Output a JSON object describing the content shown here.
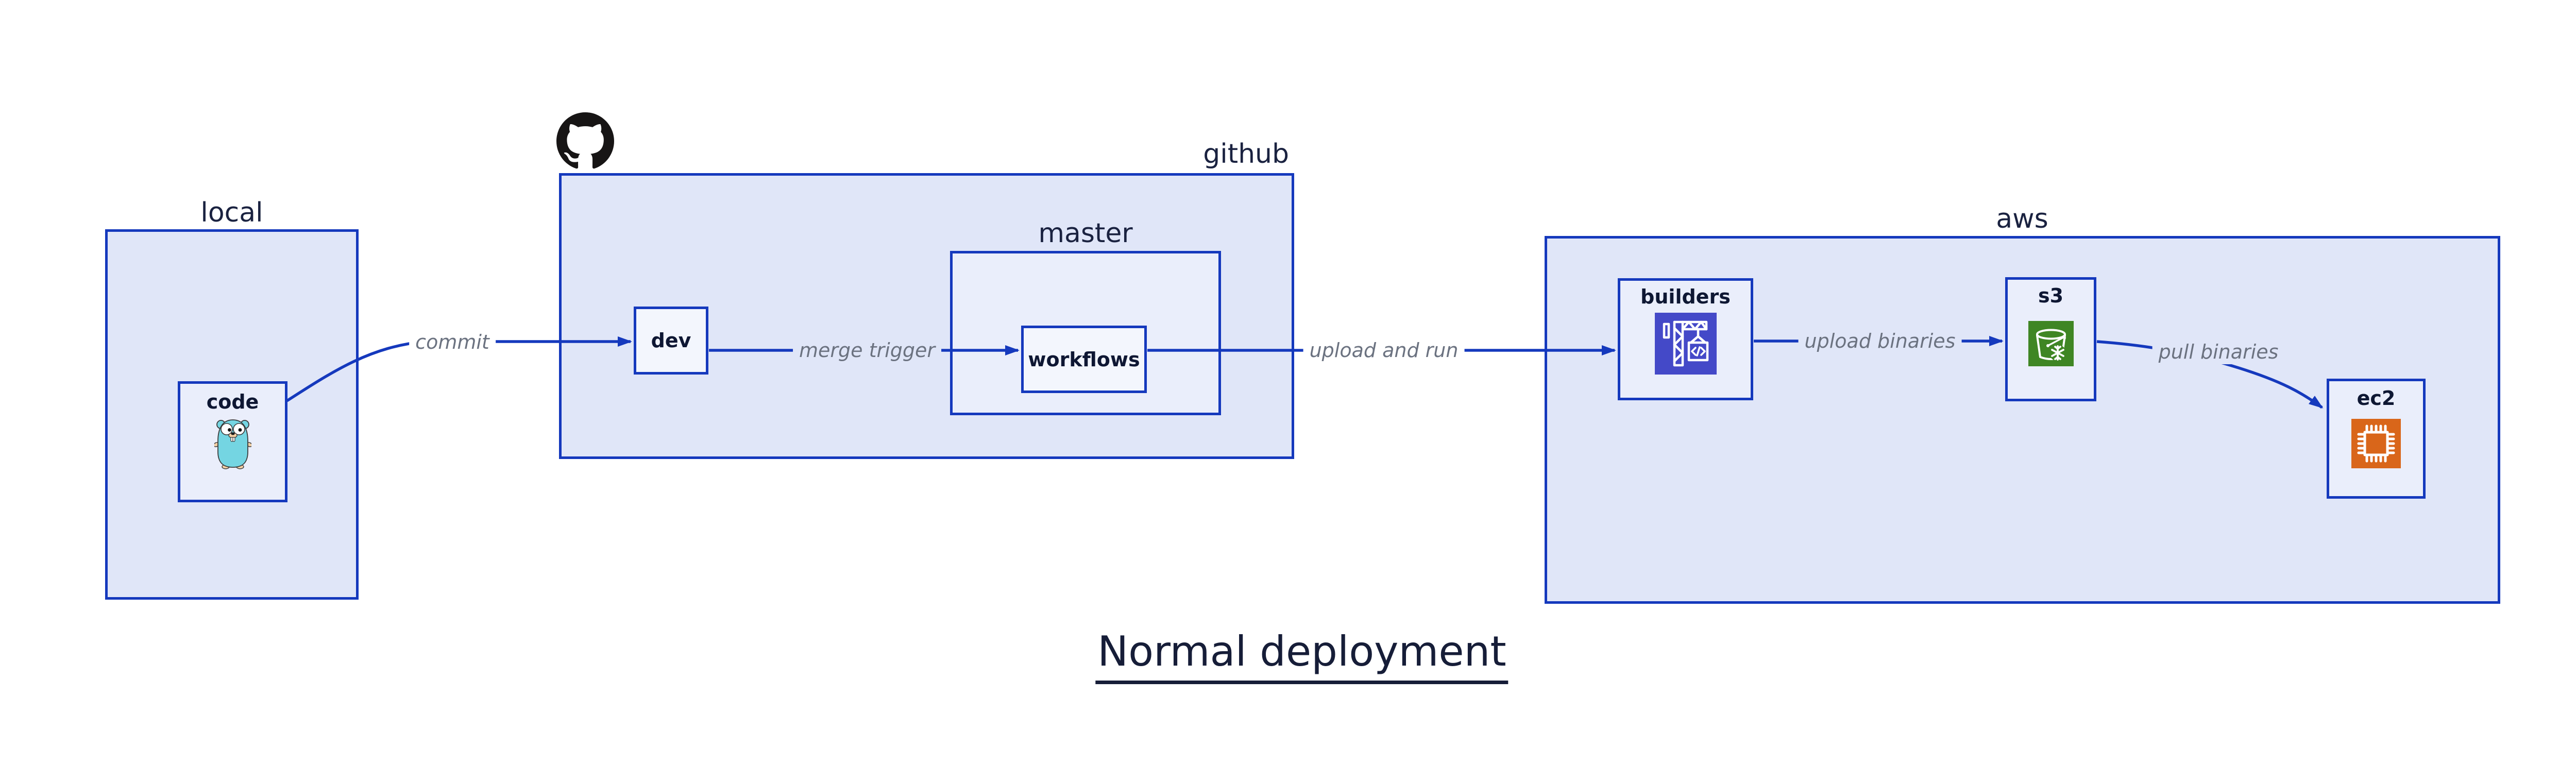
{
  "diagram": {
    "title": "Normal deployment",
    "groups": {
      "local": {
        "label": "local"
      },
      "github": {
        "label": "github"
      },
      "master": {
        "label": "master"
      },
      "aws": {
        "label": "aws"
      }
    },
    "nodes": {
      "code": {
        "label": "code",
        "icon": "go-gopher-icon"
      },
      "dev": {
        "label": "dev"
      },
      "workflows": {
        "label": "workflows"
      },
      "builders": {
        "label": "builders",
        "icon": "codebuild-crane-icon"
      },
      "s3": {
        "label": "s3",
        "icon": "s3-glacier-bucket-icon"
      },
      "ec2": {
        "label": "ec2",
        "icon": "ec2-chip-icon"
      }
    },
    "edges": [
      {
        "id": "commit",
        "label": "commit",
        "from": "code",
        "to": "dev"
      },
      {
        "id": "merge-trigger",
        "label": "merge trigger",
        "from": "dev",
        "to": "workflows"
      },
      {
        "id": "upload-and-run",
        "label": "upload and run",
        "from": "workflows",
        "to": "builders"
      },
      {
        "id": "upload-binaries",
        "label": "upload binaries",
        "from": "builders",
        "to": "s3"
      },
      {
        "id": "pull-binaries",
        "label": "pull binaries",
        "from": "s3",
        "to": "ec2"
      }
    ],
    "icons": {
      "github_logo": "github-octocat-icon"
    },
    "colors": {
      "canvas_bg": "#ffffff",
      "stroke_blue": "#1539bd",
      "group_fill": "#e0e6f8",
      "node_fill": "#eaeefb",
      "inner_node_fill": "#f3f6fd",
      "label_navy": "#0e1733",
      "group_label_navy": "#1a2240",
      "edge_label_gray": "#6b7280",
      "title_navy": "#161d38",
      "octocat_black": "#171515",
      "gopher_teal": "#74d5e2",
      "gopher_tan": "#f2cfa4",
      "codebuild_purple": "#4449c8",
      "glacier_green": "#3f8624",
      "ec2_orange": "#d9661a"
    }
  }
}
